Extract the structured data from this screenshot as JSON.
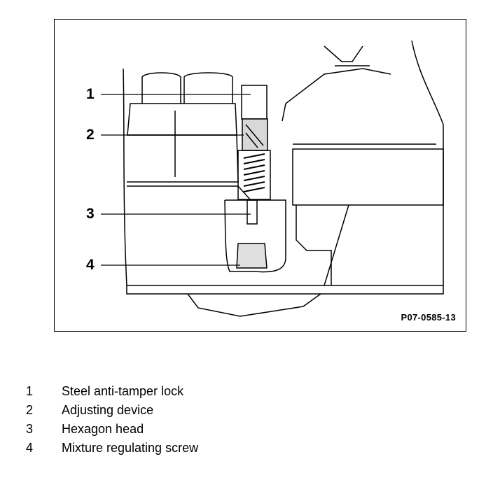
{
  "figure": {
    "code": "P07-0585-13",
    "callouts": [
      "1",
      "2",
      "3",
      "4"
    ]
  },
  "legend": [
    {
      "num": "1",
      "text": "Steel anti-tamper lock"
    },
    {
      "num": "2",
      "text": "Adjusting device"
    },
    {
      "num": "3",
      "text": "Hexagon head"
    },
    {
      "num": "4",
      "text": "Mixture regulating screw"
    }
  ]
}
